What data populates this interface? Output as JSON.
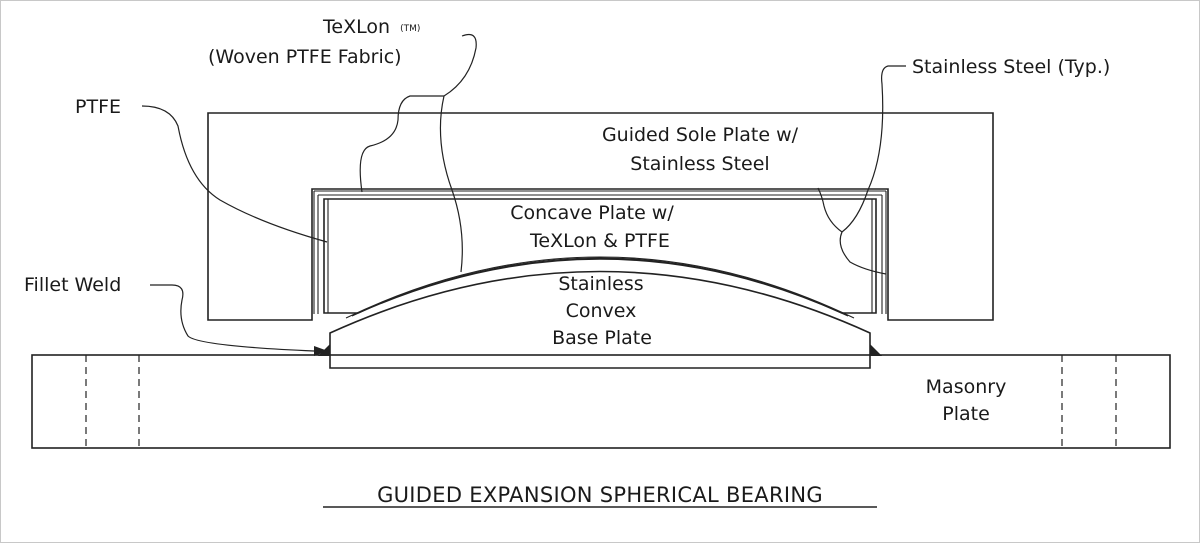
{
  "title": "GUIDED EXPANSION SPHERICAL BEARING",
  "labels": {
    "texlon_name": "TeXLon",
    "texlon_tm": "(TM)",
    "texlon_desc": "(Woven PTFE Fabric)",
    "ptfe": "PTFE",
    "stainless_steel_typ": "Stainless Steel (Typ.)",
    "sole_plate_line1": "Guided Sole Plate w/",
    "sole_plate_line2": "Stainless Steel",
    "concave_line1": "Concave Plate w/",
    "concave_line2": "TeXLon & PTFE",
    "convex_line1": "Stainless",
    "convex_line2": "Convex",
    "convex_line3": "Base Plate",
    "fillet_weld": "Fillet Weld",
    "masonry_line1": "Masonry",
    "masonry_line2": "Plate"
  },
  "colors": {
    "line": "#222222",
    "background": "#ffffff",
    "frame": "#c8c8c8"
  }
}
